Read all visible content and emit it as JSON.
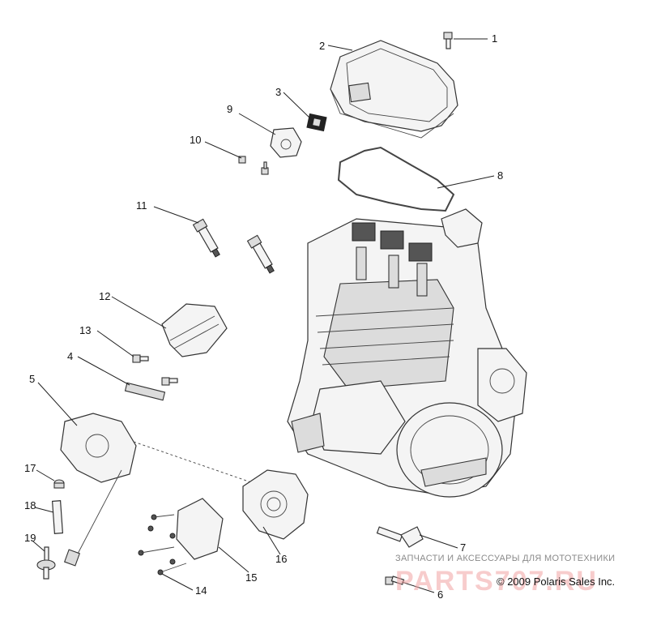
{
  "diagram": {
    "callouts": [
      "1",
      "2",
      "3",
      "4",
      "5",
      "6",
      "7",
      "8",
      "9",
      "10",
      "11",
      "12",
      "13",
      "14",
      "15",
      "16",
      "17",
      "18",
      "19"
    ],
    "copyright": "© 2009 Polaris Sales Inc.",
    "watermark_top": "ЗАПЧАСТИ И АКСЕССУАРЫ ДЛЯ МОТОТЕХНИКИ",
    "watermark_brand": "PARTS707.RU"
  }
}
